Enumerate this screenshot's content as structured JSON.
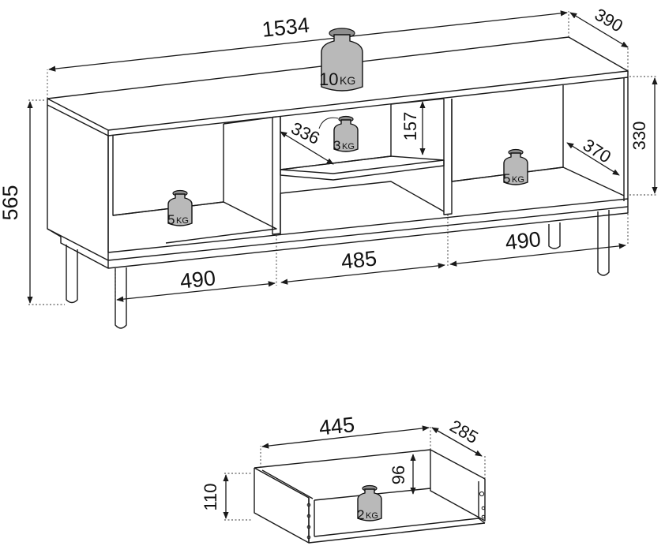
{
  "cabinet": {
    "dimensions": {
      "total_width": "1534",
      "depth": "390",
      "height": "565",
      "inner_height": "330",
      "inner_depth": "370",
      "middle_shelf_height": "157",
      "middle_shelf_depth": "336",
      "left_width": "490",
      "middle_width": "485",
      "right_width": "490",
      "right_width_top": "490"
    },
    "weights": {
      "top": {
        "num": "10",
        "unit": "KG"
      },
      "middle": {
        "num": "3",
        "unit": "KG"
      },
      "left": {
        "num": "5",
        "unit": "KG"
      },
      "right": {
        "num": "5",
        "unit": "KG"
      }
    }
  },
  "drawer": {
    "dimensions": {
      "width": "445",
      "depth": "285",
      "height": "110",
      "inner_height": "96"
    },
    "weight": {
      "num": "2",
      "unit": "KG"
    }
  },
  "colors": {
    "line": "#1a1a1a",
    "weight_fill": "#b9b9b9",
    "weight_cap": "#8f8f8f"
  }
}
